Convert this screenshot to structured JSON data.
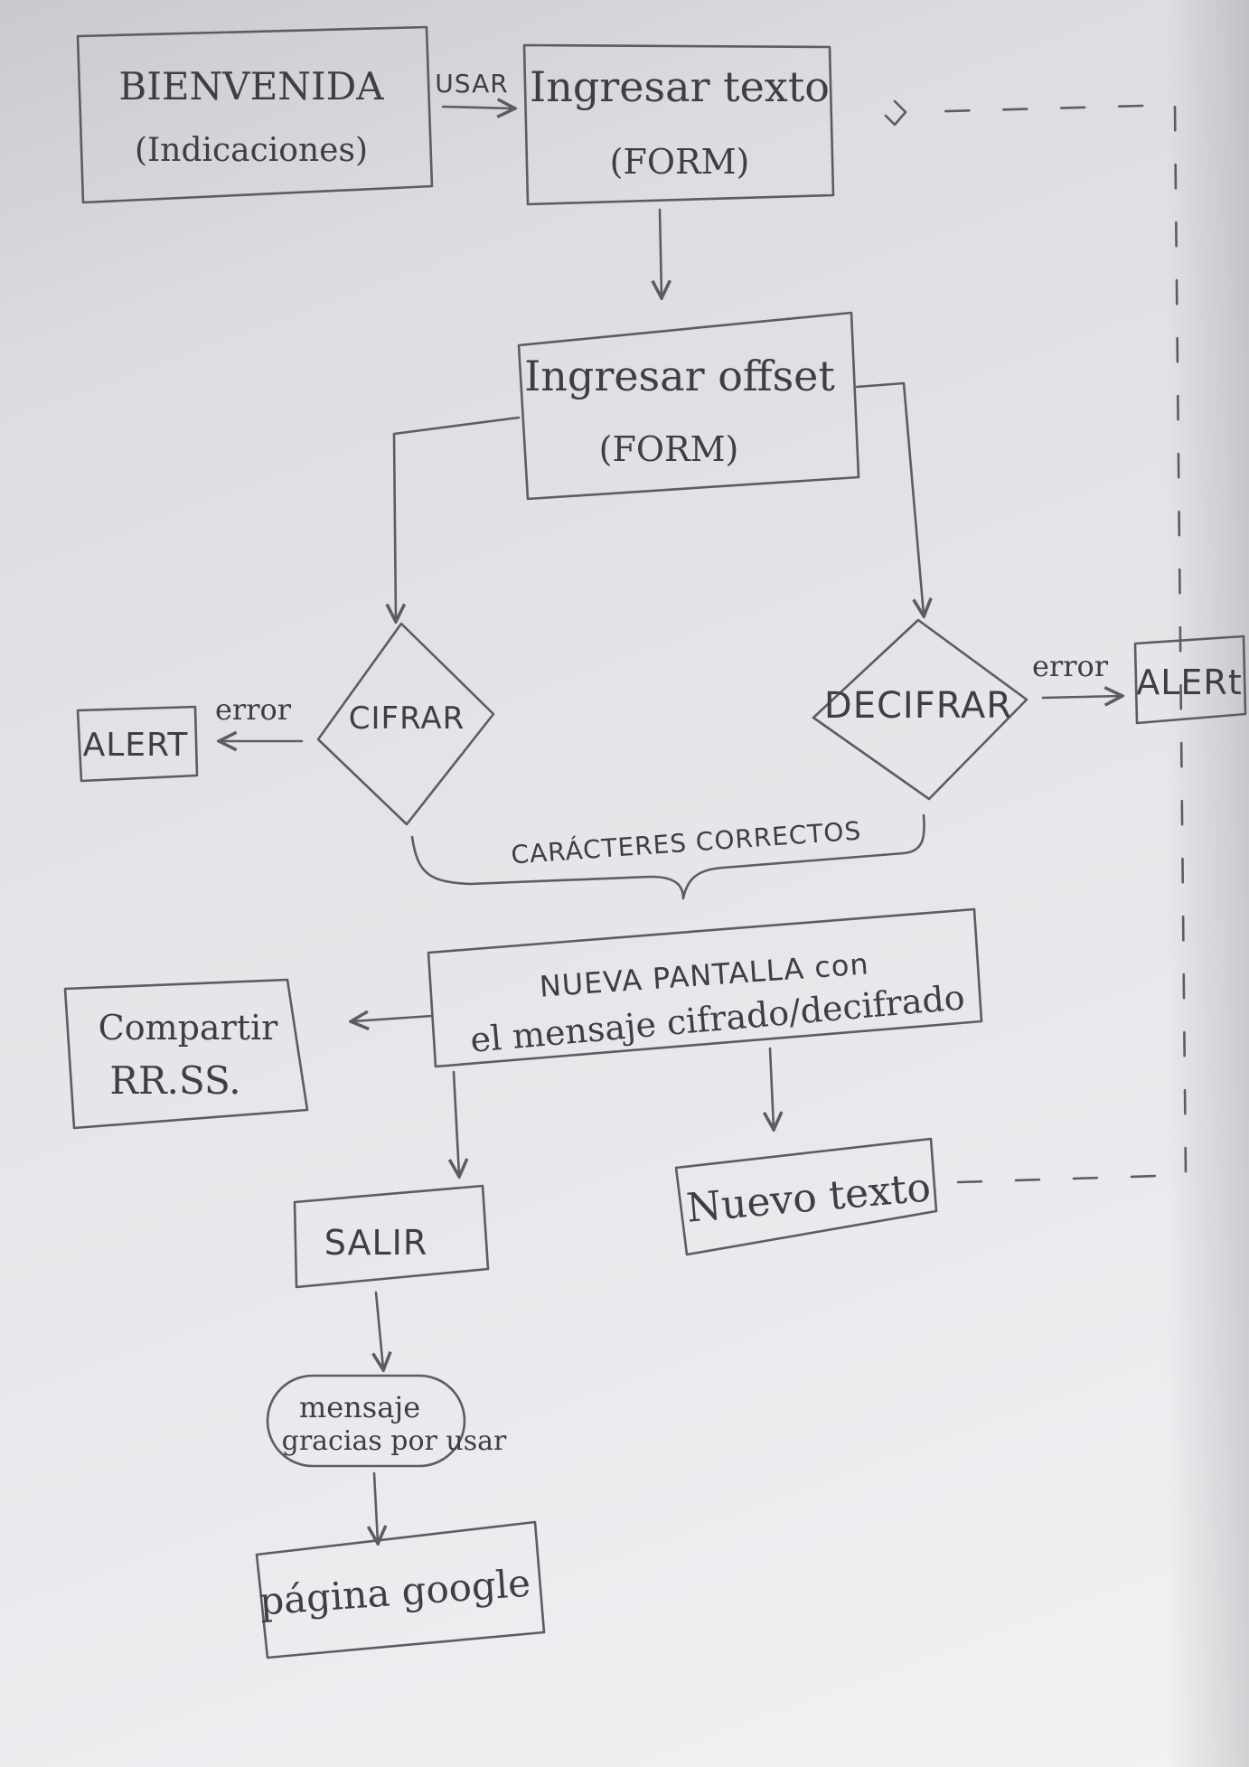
{
  "nodes": {
    "welcome": {
      "line1": "BIENVENIDA",
      "line2": "(Indicaciones)"
    },
    "input_text": {
      "line1": "Ingresar texto",
      "line2": "(FORM)"
    },
    "input_offset": {
      "line1": "Ingresar offset",
      "line2": "(FORM)"
    },
    "cipher": {
      "label": "CIFRAR"
    },
    "decipher": {
      "label": "DECIFRAR"
    },
    "alert_left": {
      "label": "ALERT"
    },
    "alert_right": {
      "label": "ALERt"
    },
    "result_screen": {
      "line1": "NUEVA PANTALLA con",
      "line2": "el mensaje cifrado/decifrado"
    },
    "share": {
      "line1": "Compartir",
      "line2": "RR.SS."
    },
    "exit": {
      "label": "SALIR"
    },
    "thanks": {
      "line1": "mensaje",
      "line2": "gracias por usar"
    },
    "new_text": {
      "label": "Nuevo texto"
    },
    "google": {
      "label": "página google"
    }
  },
  "edges": {
    "use_label": "USAR",
    "error_left": "error",
    "error_right": "error",
    "valid_chars": "CARÁCTERES CORRECTOS"
  },
  "colors": {
    "ink": "#5b5c64",
    "paper": "#e6e7ea"
  }
}
